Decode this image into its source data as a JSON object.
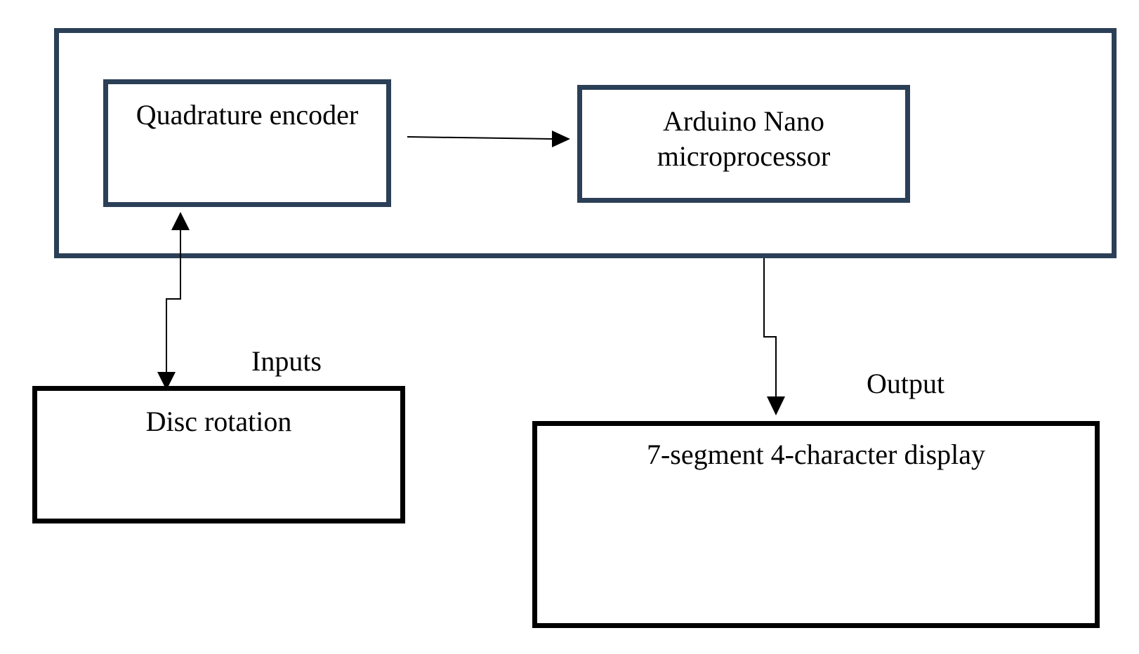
{
  "diagram": {
    "colors": {
      "system_border": "#2b3f57",
      "external_border": "#000000",
      "connector": "#000000"
    },
    "nodes": {
      "quadrature_encoder": "Quadrature encoder",
      "arduino_nano": "Arduino Nano\nmicroprocessor",
      "disc_rotation": "Disc rotation",
      "display": "7-segment 4-character display"
    },
    "labels": {
      "inputs": "Inputs",
      "output": "Output"
    },
    "edges": [
      {
        "from": "quadrature_encoder",
        "to": "arduino_nano",
        "direction": "one-way"
      },
      {
        "from": "quadrature_encoder",
        "to": "disc_rotation",
        "direction": "two-way"
      },
      {
        "from": "system",
        "to": "display",
        "direction": "one-way"
      }
    ]
  }
}
